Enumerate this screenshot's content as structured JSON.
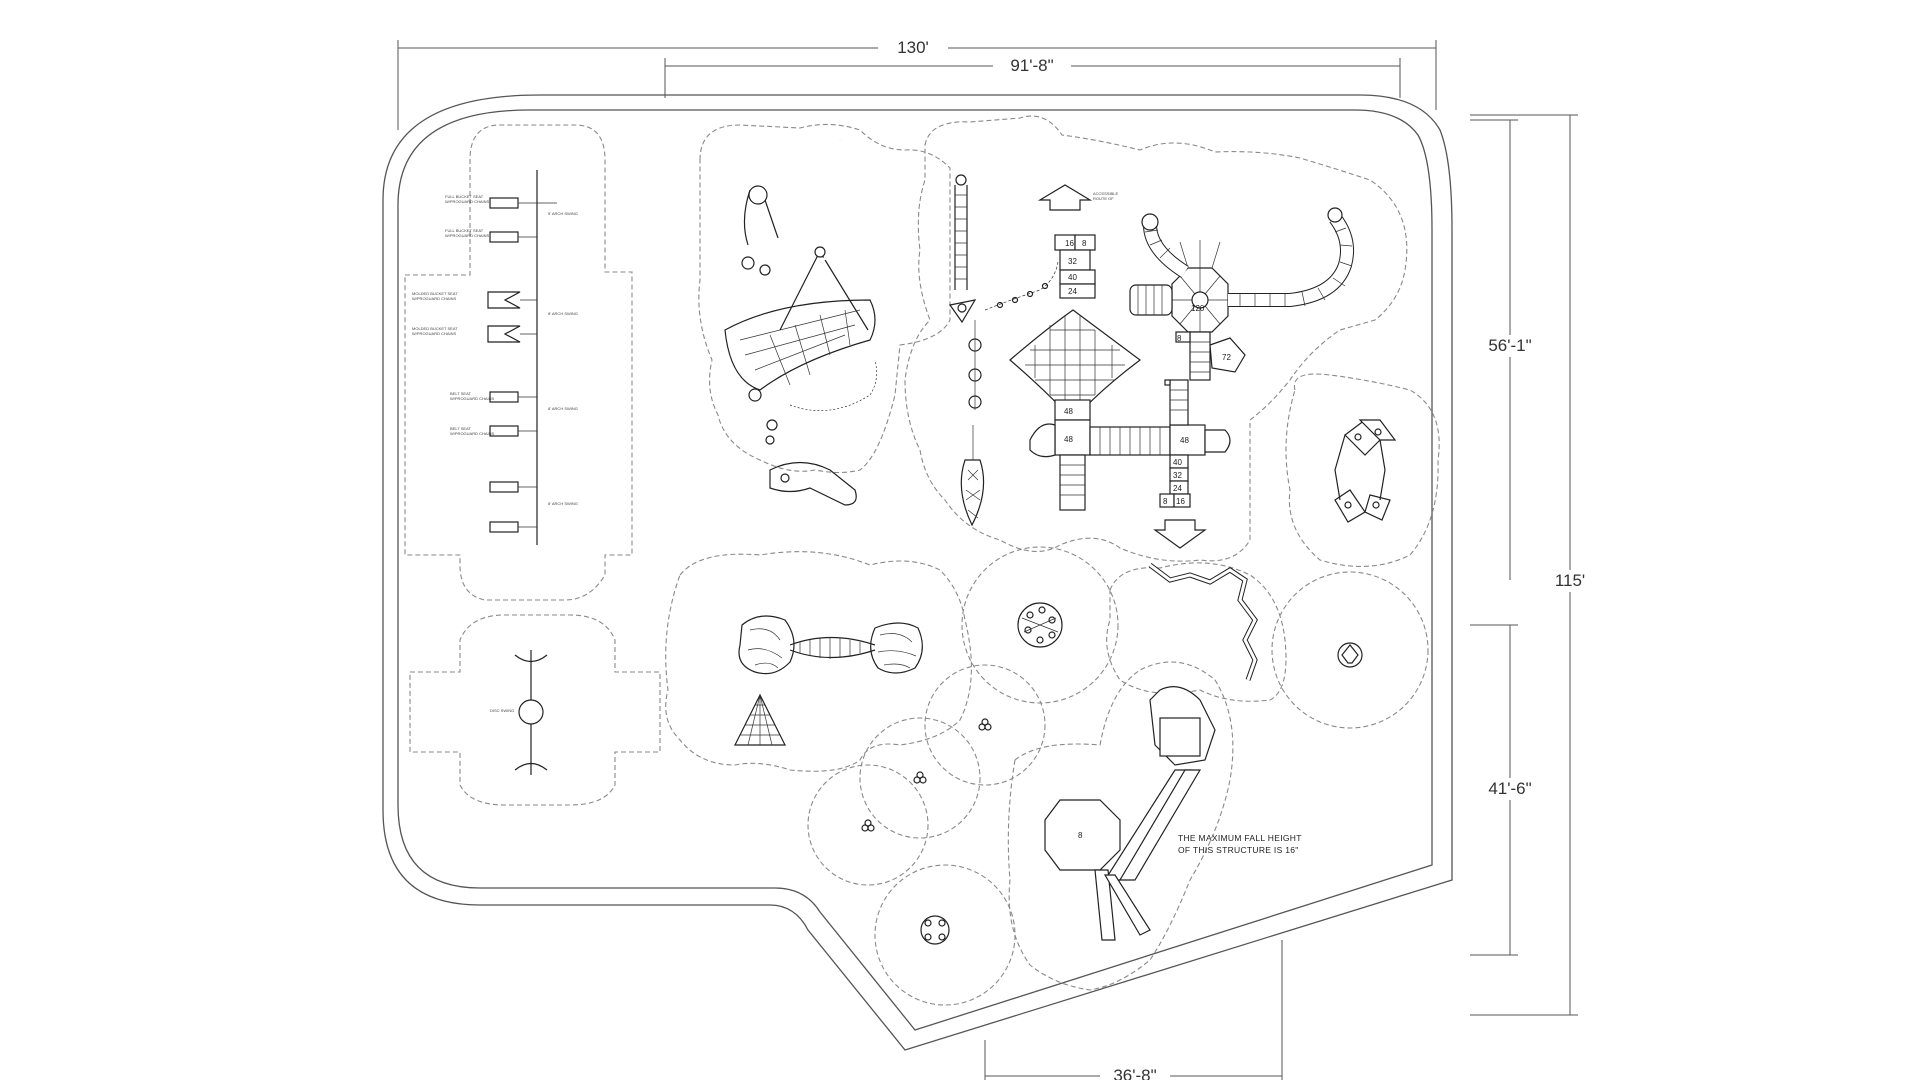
{
  "dimensions": {
    "overall_width": "130'",
    "inner_width": "91'-8\"",
    "right_upper": "56'-1\"",
    "overall_height": "115'",
    "right_lower": "41'-6\"",
    "bottom": "36'-8\""
  },
  "notes": {
    "fall_height_line1": "THE MAXIMUM FALL HEIGHT",
    "fall_height_line2": "OF THIS STRUCTURE IS 16\""
  },
  "deck_heights": [
    "16",
    "8",
    "32",
    "40",
    "24",
    "48",
    "48",
    "48",
    "40",
    "32",
    "24",
    "8",
    "16",
    "120",
    "72",
    "8"
  ]
}
